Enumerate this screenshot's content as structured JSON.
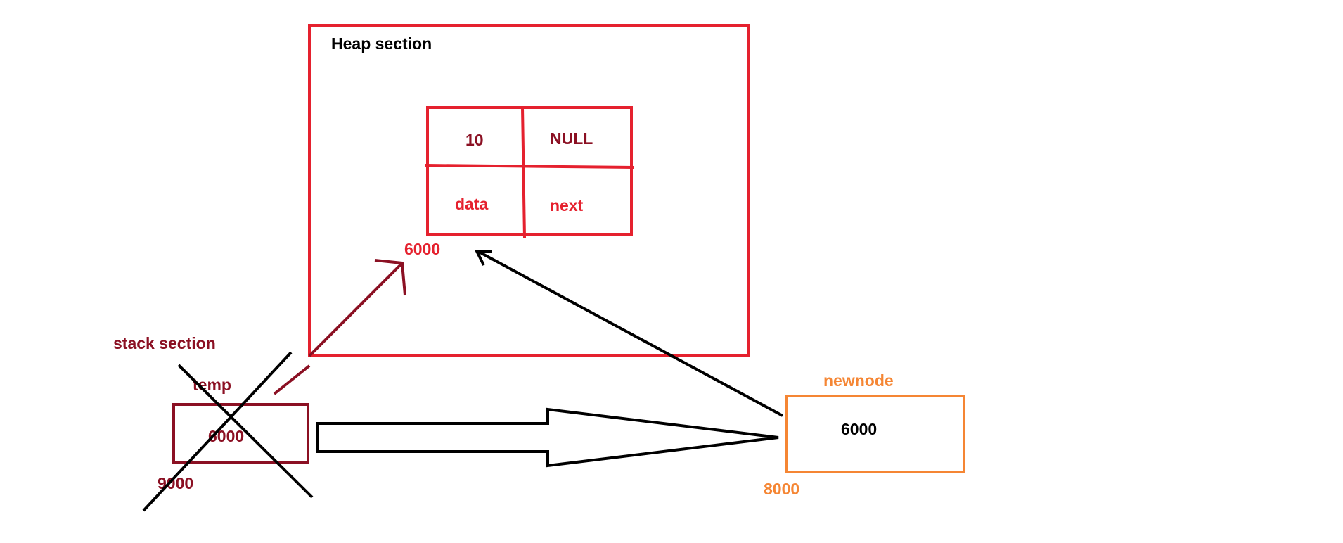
{
  "heap": {
    "title": "Heap section",
    "node": {
      "data_value": "10",
      "next_value": "NULL",
      "data_label": "data",
      "next_label": "next"
    },
    "address": "6000"
  },
  "stack": {
    "title": "stack section",
    "variable_name": "temp",
    "value": "6000",
    "address": "9000",
    "crossed_out": true
  },
  "newnode": {
    "label": "newnode",
    "value": "6000",
    "address": "8000"
  },
  "colors": {
    "heap": "#e5212e",
    "stack": "#8b1023",
    "newnode": "#f58634",
    "ink": "#000000"
  }
}
